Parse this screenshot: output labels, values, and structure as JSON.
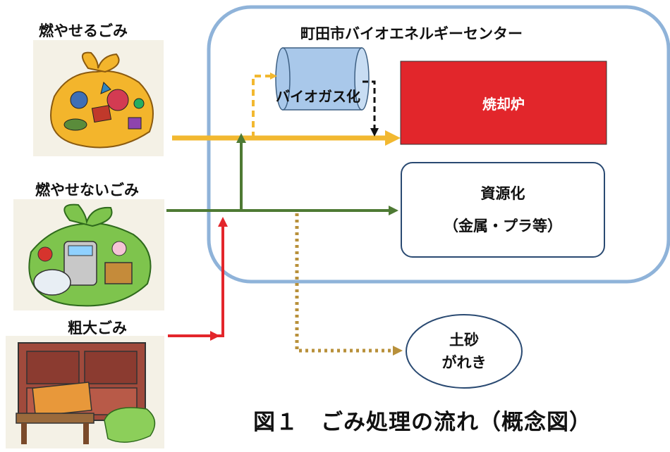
{
  "waste": {
    "burnable": "燃やせるごみ",
    "non_burnable": "燃やせないごみ",
    "bulky": "粗大ごみ"
  },
  "center": {
    "title": "町田市バイオエネルギーセンター",
    "biogas": "バイオガス化",
    "incinerator": "焼却炉",
    "resource_line1": "資源化",
    "resource_line2": "（金属・プラ等）"
  },
  "soil": {
    "line1": "土砂",
    "line2": "がれき"
  },
  "caption": "図１　ごみ処理の流れ（概念図）",
  "colors": {
    "burnable_flow": "#f2b830",
    "non_burnable_flow": "#4e7a34",
    "bulky_flow": "#e3262b",
    "soil_flow": "#b8903a",
    "center_border": "#8fb3d9",
    "incinerator_fill": "#e2262b",
    "biogas_fill": "#a9c8ea"
  }
}
